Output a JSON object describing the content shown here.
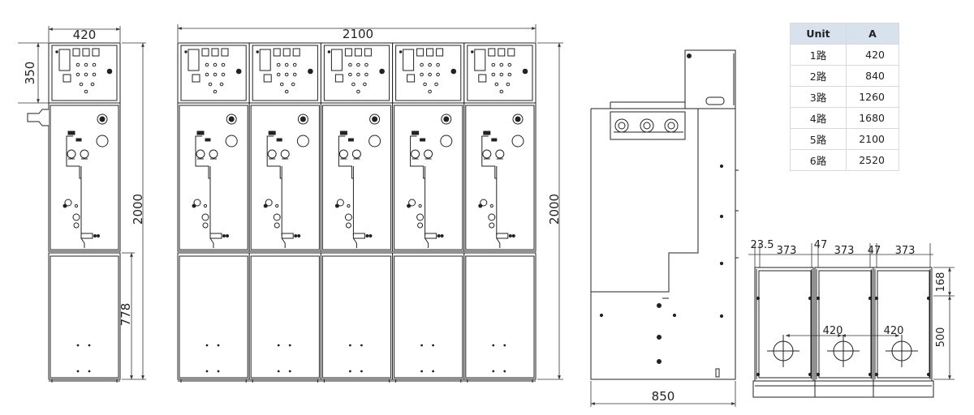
{
  "dimensions": {
    "front_single": {
      "width": "420",
      "top_height": "350",
      "total_height": "2000",
      "bottom_height": "778"
    },
    "front_multi": {
      "width": "2100",
      "total_height": "2000"
    },
    "side": {
      "depth": "850"
    },
    "base": {
      "offset": "23.5",
      "gap1": "47",
      "gap2": "47",
      "span1": "373",
      "span2": "373",
      "span3": "373",
      "pitch1": "420",
      "pitch2": "420",
      "top": "168",
      "hole": "500"
    }
  },
  "table": {
    "headers": [
      "Unit",
      "A"
    ],
    "rows": [
      [
        "1路",
        "420"
      ],
      [
        "2路",
        "840"
      ],
      [
        "3路",
        "1260"
      ],
      [
        "4路",
        "1680"
      ],
      [
        "5路",
        "2100"
      ],
      [
        "6路",
        "2520"
      ]
    ]
  }
}
